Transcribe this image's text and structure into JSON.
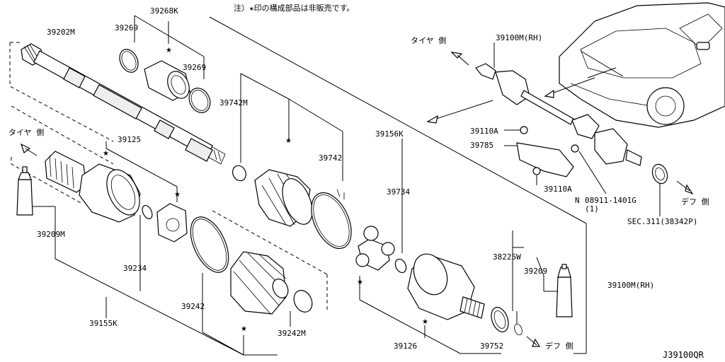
{
  "header": {
    "note": "注）★印の構成部品は非販売です。"
  },
  "footer": {
    "code": "J39100QR"
  },
  "directions": {
    "tire_top": "タイヤ 側",
    "tire_left": "タイヤ 側",
    "diff_right": "デフ 側",
    "diff_bottom": "デフ 側"
  },
  "labels": {
    "p39202M": "39202M",
    "p39268K": "39268K",
    "p39269a": "39269",
    "p39269b": "39269",
    "p39742M": "39742M",
    "p39742": "39742",
    "p39156K": "39156K",
    "p39734": "39734",
    "p39100M_rh_top": "39100M(RH)",
    "p39110A_a": "39110A",
    "p39785": "39785",
    "p39110A_b": "39110A",
    "p08911": "08911-1401G",
    "p08911_qty": "(1)",
    "p08911_sym": "N",
    "sec311": "SEC.311(38342P)",
    "p39125": "39125",
    "p39209M": "39209M",
    "p39234": "39234",
    "p39155K": "39155K",
    "p39242": "39242",
    "p39242M": "39242M",
    "p39126": "39126",
    "p39752": "39752",
    "p38225W": "38225W",
    "p39209": "39209",
    "p39100M_rh_right": "39100M(RH)"
  },
  "marks": {
    "star": "★"
  }
}
